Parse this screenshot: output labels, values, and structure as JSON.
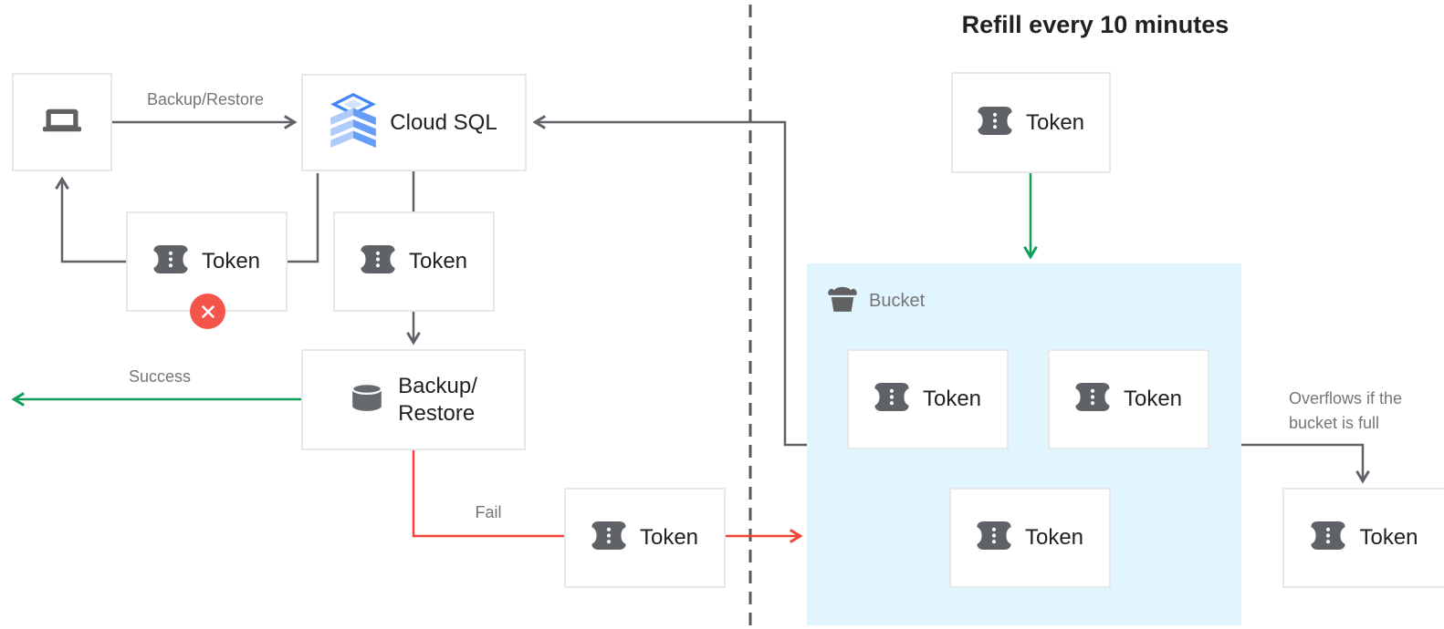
{
  "title": "Refill every 10 minutes",
  "token": {
    "label": "Token"
  },
  "nodes": {
    "client": {
      "icon": "laptop-icon"
    },
    "cloud_sql": {
      "label": "Cloud SQL",
      "icon": "cloud-sql-icon"
    },
    "backup_restore": {
      "line1": "Backup/",
      "line2": "Restore",
      "icon": "database-icon"
    }
  },
  "labels": {
    "backup_restore_arrow": "Backup/Restore",
    "success": "Success",
    "fail": "Fail",
    "bucket": "Bucket",
    "overflow_line1": "Overflows if the",
    "overflow_line2": "bucket is full"
  },
  "colors": {
    "success_green": "#0f9d58",
    "fail_red": "#f44336",
    "badge_red": "#f4554a",
    "connector_gray": "#5f6368",
    "bucket_background": "#e1f5fe",
    "cloud_sql_blue": "#4285f4",
    "annotation_gray": "#757575"
  }
}
